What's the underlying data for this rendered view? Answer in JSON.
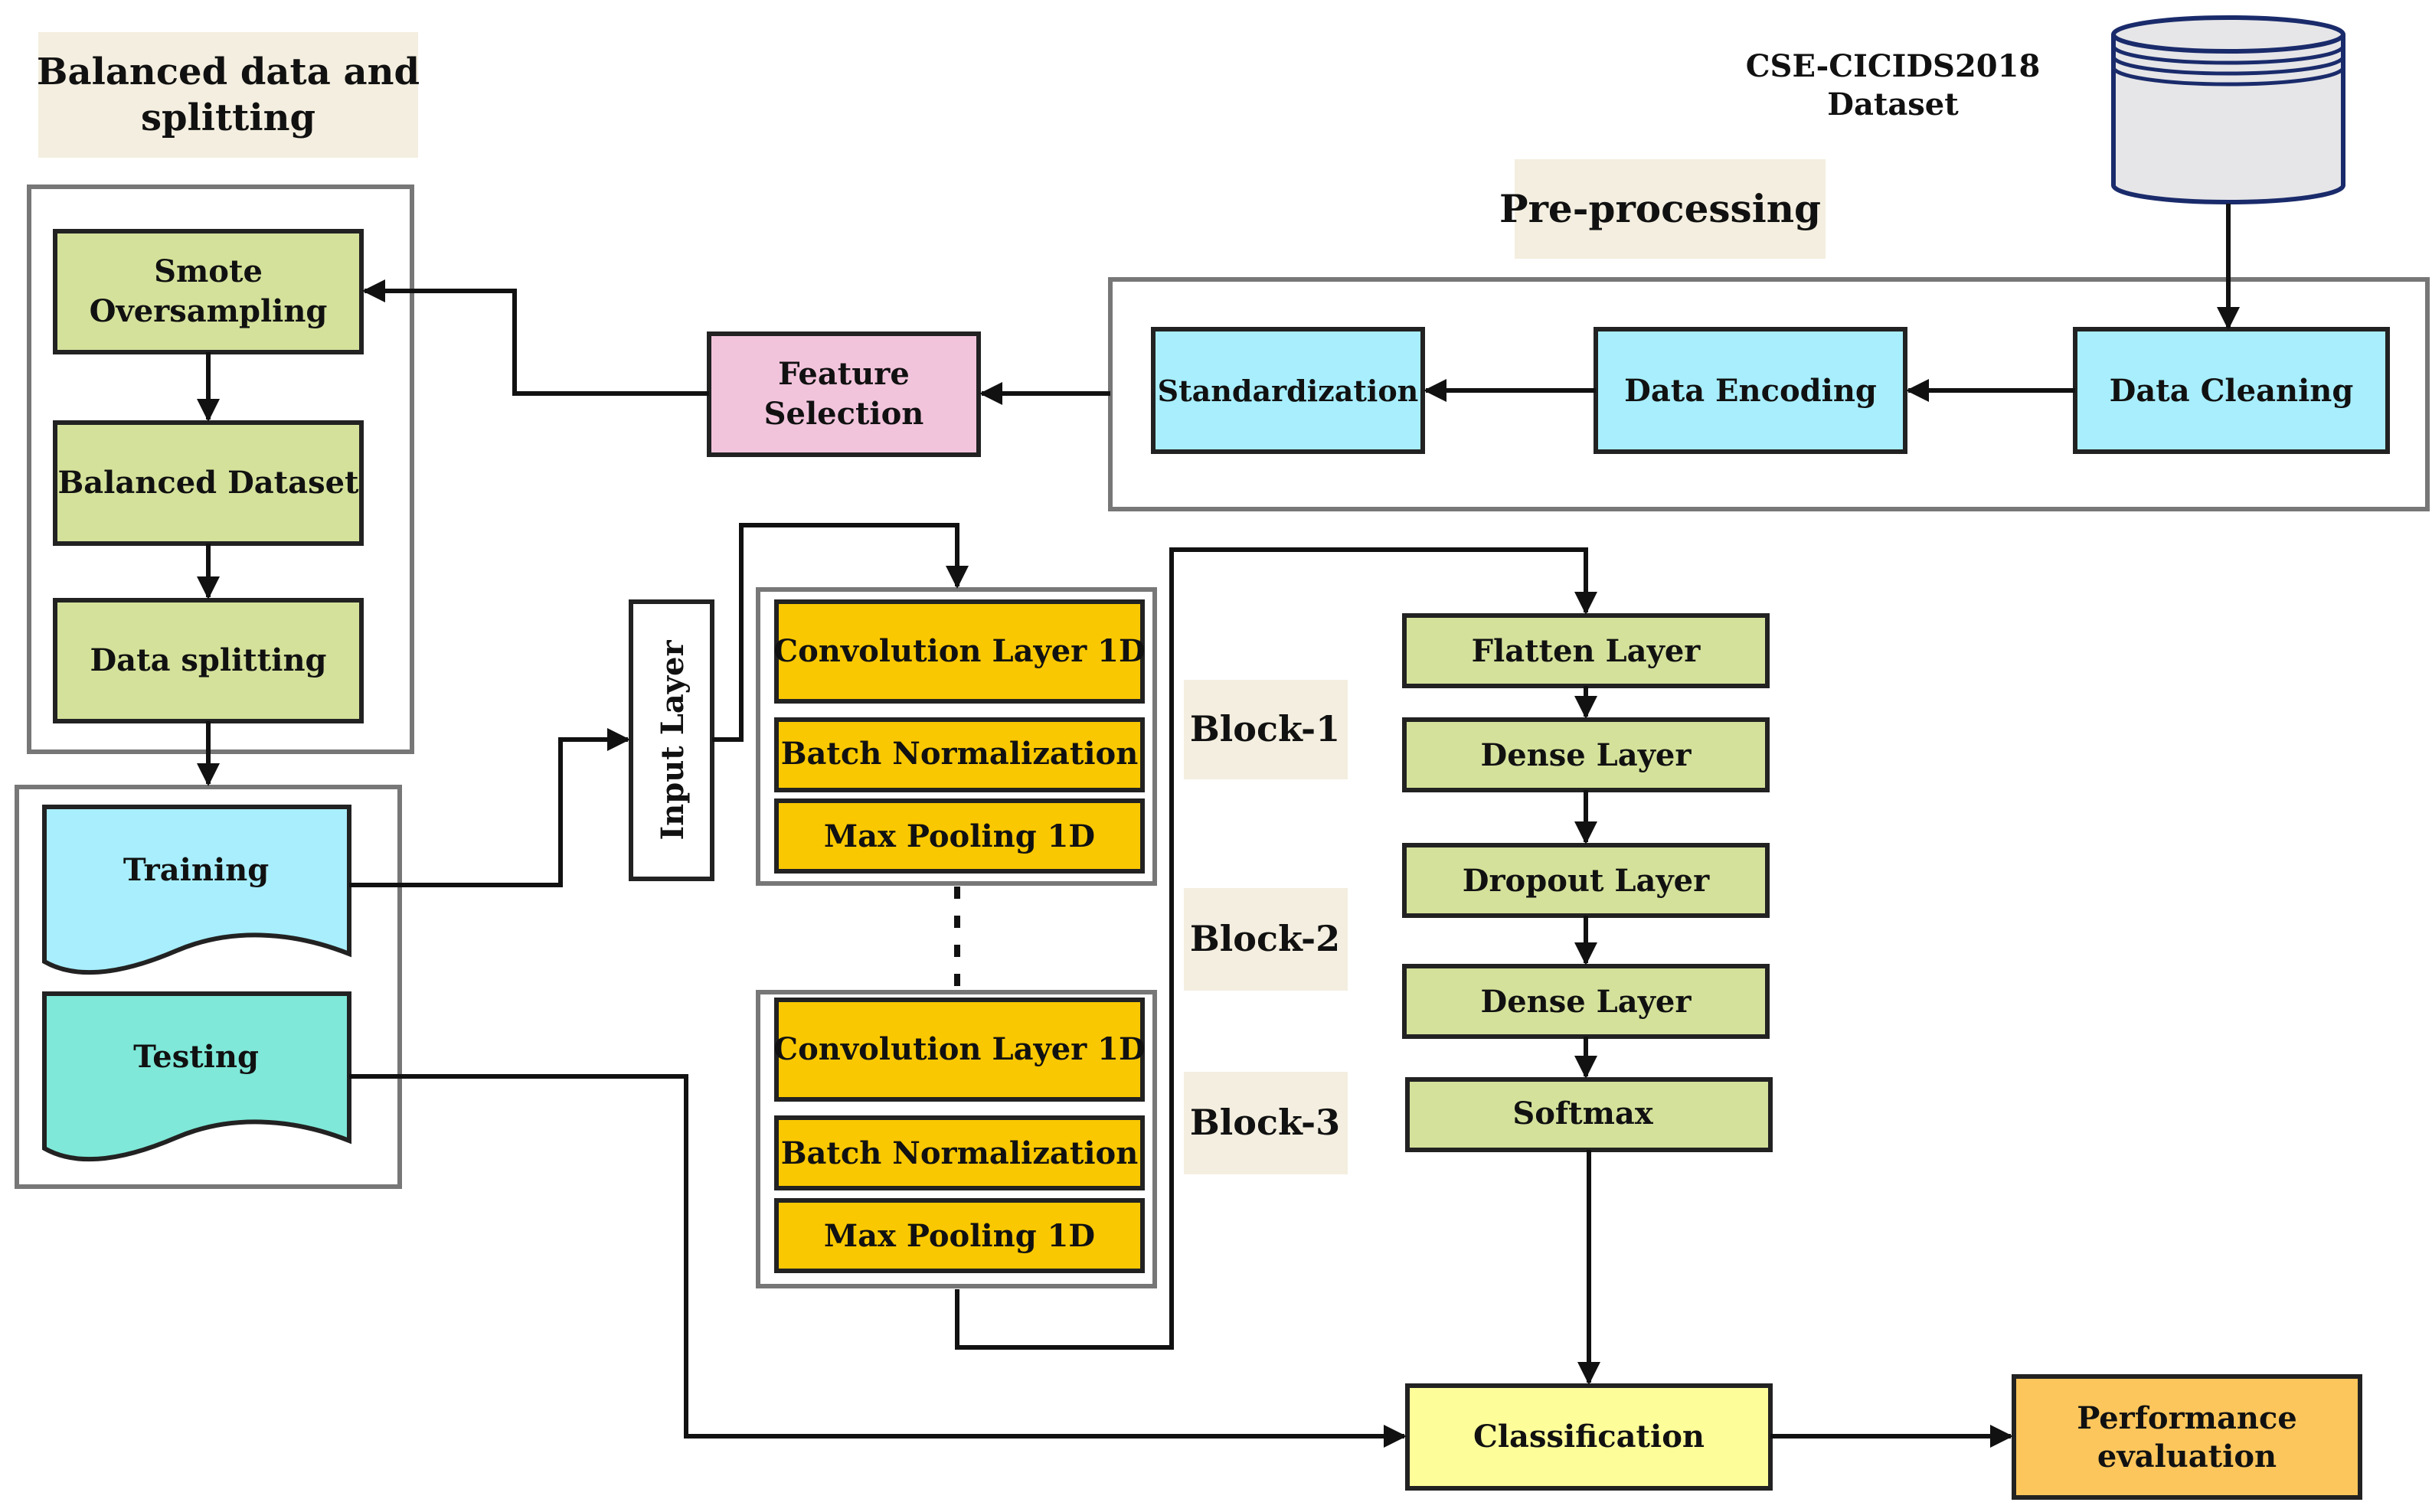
{
  "diagram": {
    "titles": {
      "balanced_section": [
        "Balanced data and",
        "splitting"
      ],
      "preprocessing": "Pre-processing",
      "dataset": [
        "CSE-CICIDS2018",
        "Dataset"
      ]
    },
    "nodes": {
      "data_cleaning": "Data Cleaning",
      "data_encoding": "Data Encoding",
      "standardization": "Standardization",
      "feature_selection": [
        "Feature",
        "Selection"
      ],
      "smote": [
        "Smote",
        "Oversampling"
      ],
      "balanced_dataset": "Balanced Dataset",
      "data_splitting": "Data splitting",
      "training": "Training",
      "testing": "Testing",
      "input_layer": "Input Layer",
      "conv1": "Convolution Layer 1D",
      "bn1": "Batch Normalization",
      "mp1": "Max Pooling 1D",
      "conv3": "Convolution Layer 1D",
      "bn3": "Batch Normalization",
      "mp3": "Max Pooling 1D",
      "flatten": "Flatten Layer",
      "dense1": "Dense Layer",
      "dropout": "Dropout Layer",
      "dense2": "Dense Layer",
      "softmax": "Softmax",
      "classification": "Classification",
      "performance": [
        "Performance",
        "evaluation"
      ]
    },
    "blocks": {
      "block1": "Block-1",
      "block2": "Block-2",
      "block3": "Block-3"
    },
    "colors": {
      "green": "#d4e19b",
      "cyan": "#a8eefd",
      "teal": "#7fe8d8",
      "pink": "#f2c4dc",
      "gold": "#fac800",
      "yellow": "#fdfd9a",
      "orange": "#fcc65c",
      "label_bg": "#f3eedf",
      "cylinder": "#e6e6e8",
      "cylinder_stroke": "#1a2b6b"
    }
  }
}
